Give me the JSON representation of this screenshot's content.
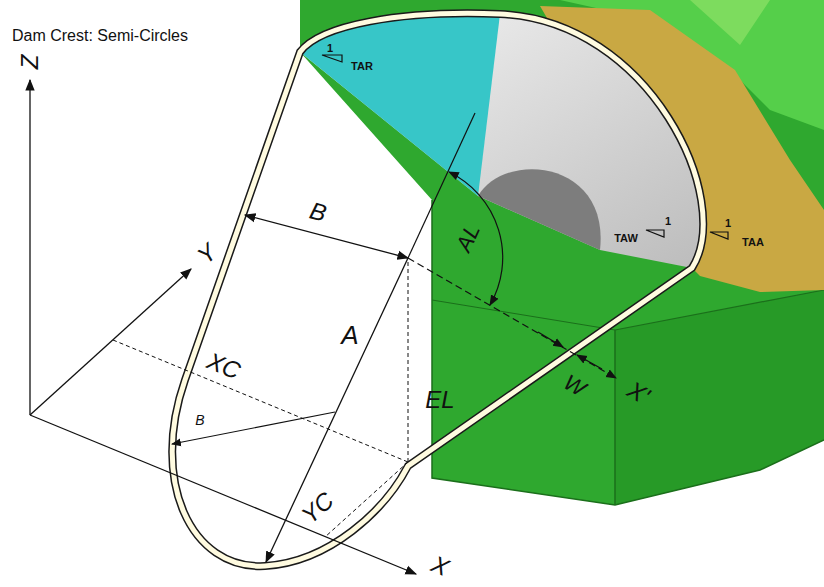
{
  "diagram": {
    "title": "Dam Crest: Semi-Circles",
    "labels": [
      "1",
      "TAR",
      "B",
      "AL",
      "1",
      "TAW",
      "1",
      "TAA",
      "Z",
      "Y",
      "W",
      "A",
      "XC",
      "B",
      "EL",
      "X'",
      "YC",
      "X"
    ]
  }
}
